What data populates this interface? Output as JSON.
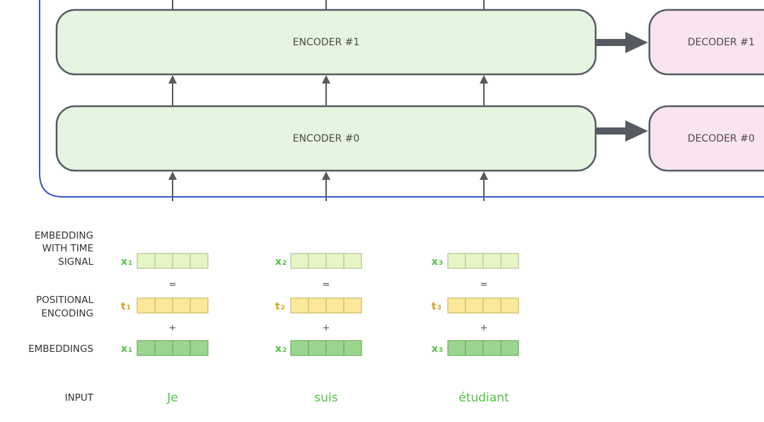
{
  "encoders": [
    {
      "label": "ENCODER #1"
    },
    {
      "label": "ENCODER #0"
    }
  ],
  "decoders": [
    {
      "label": "DECODER #1"
    },
    {
      "label": "DECODER #0"
    }
  ],
  "row_labels": {
    "embedding_with_time_signal": [
      "EMBEDDING",
      "WITH TIME",
      "SIGNAL"
    ],
    "positional_encoding": [
      "POSITIONAL",
      "ENCODING"
    ],
    "embeddings": [
      "EMBEDDINGS"
    ],
    "input": [
      "INPUT"
    ]
  },
  "columns": [
    {
      "word": "Je",
      "x_label": "x",
      "t_label": "t",
      "sub": "1"
    },
    {
      "word": "suis",
      "x_label": "x",
      "t_label": "t",
      "sub": "2"
    },
    {
      "word": "étudiant",
      "x_label": "x",
      "t_label": "t",
      "sub": "3"
    }
  ],
  "operators": {
    "equals": "=",
    "plus": "+"
  },
  "colors": {
    "encoder_fill": "#e6f5e1",
    "decoder_fill": "#fbe4f1",
    "block_stroke": "#555b61",
    "stack_border": "#3a57c6",
    "arrow": "#555b61",
    "time_signal_fill": "#e5f5c4",
    "positional_fill": "#fbe89b",
    "embedding_fill": "#9ad68e",
    "green_text": "#52c244",
    "gold_text": "#d4a21a"
  }
}
